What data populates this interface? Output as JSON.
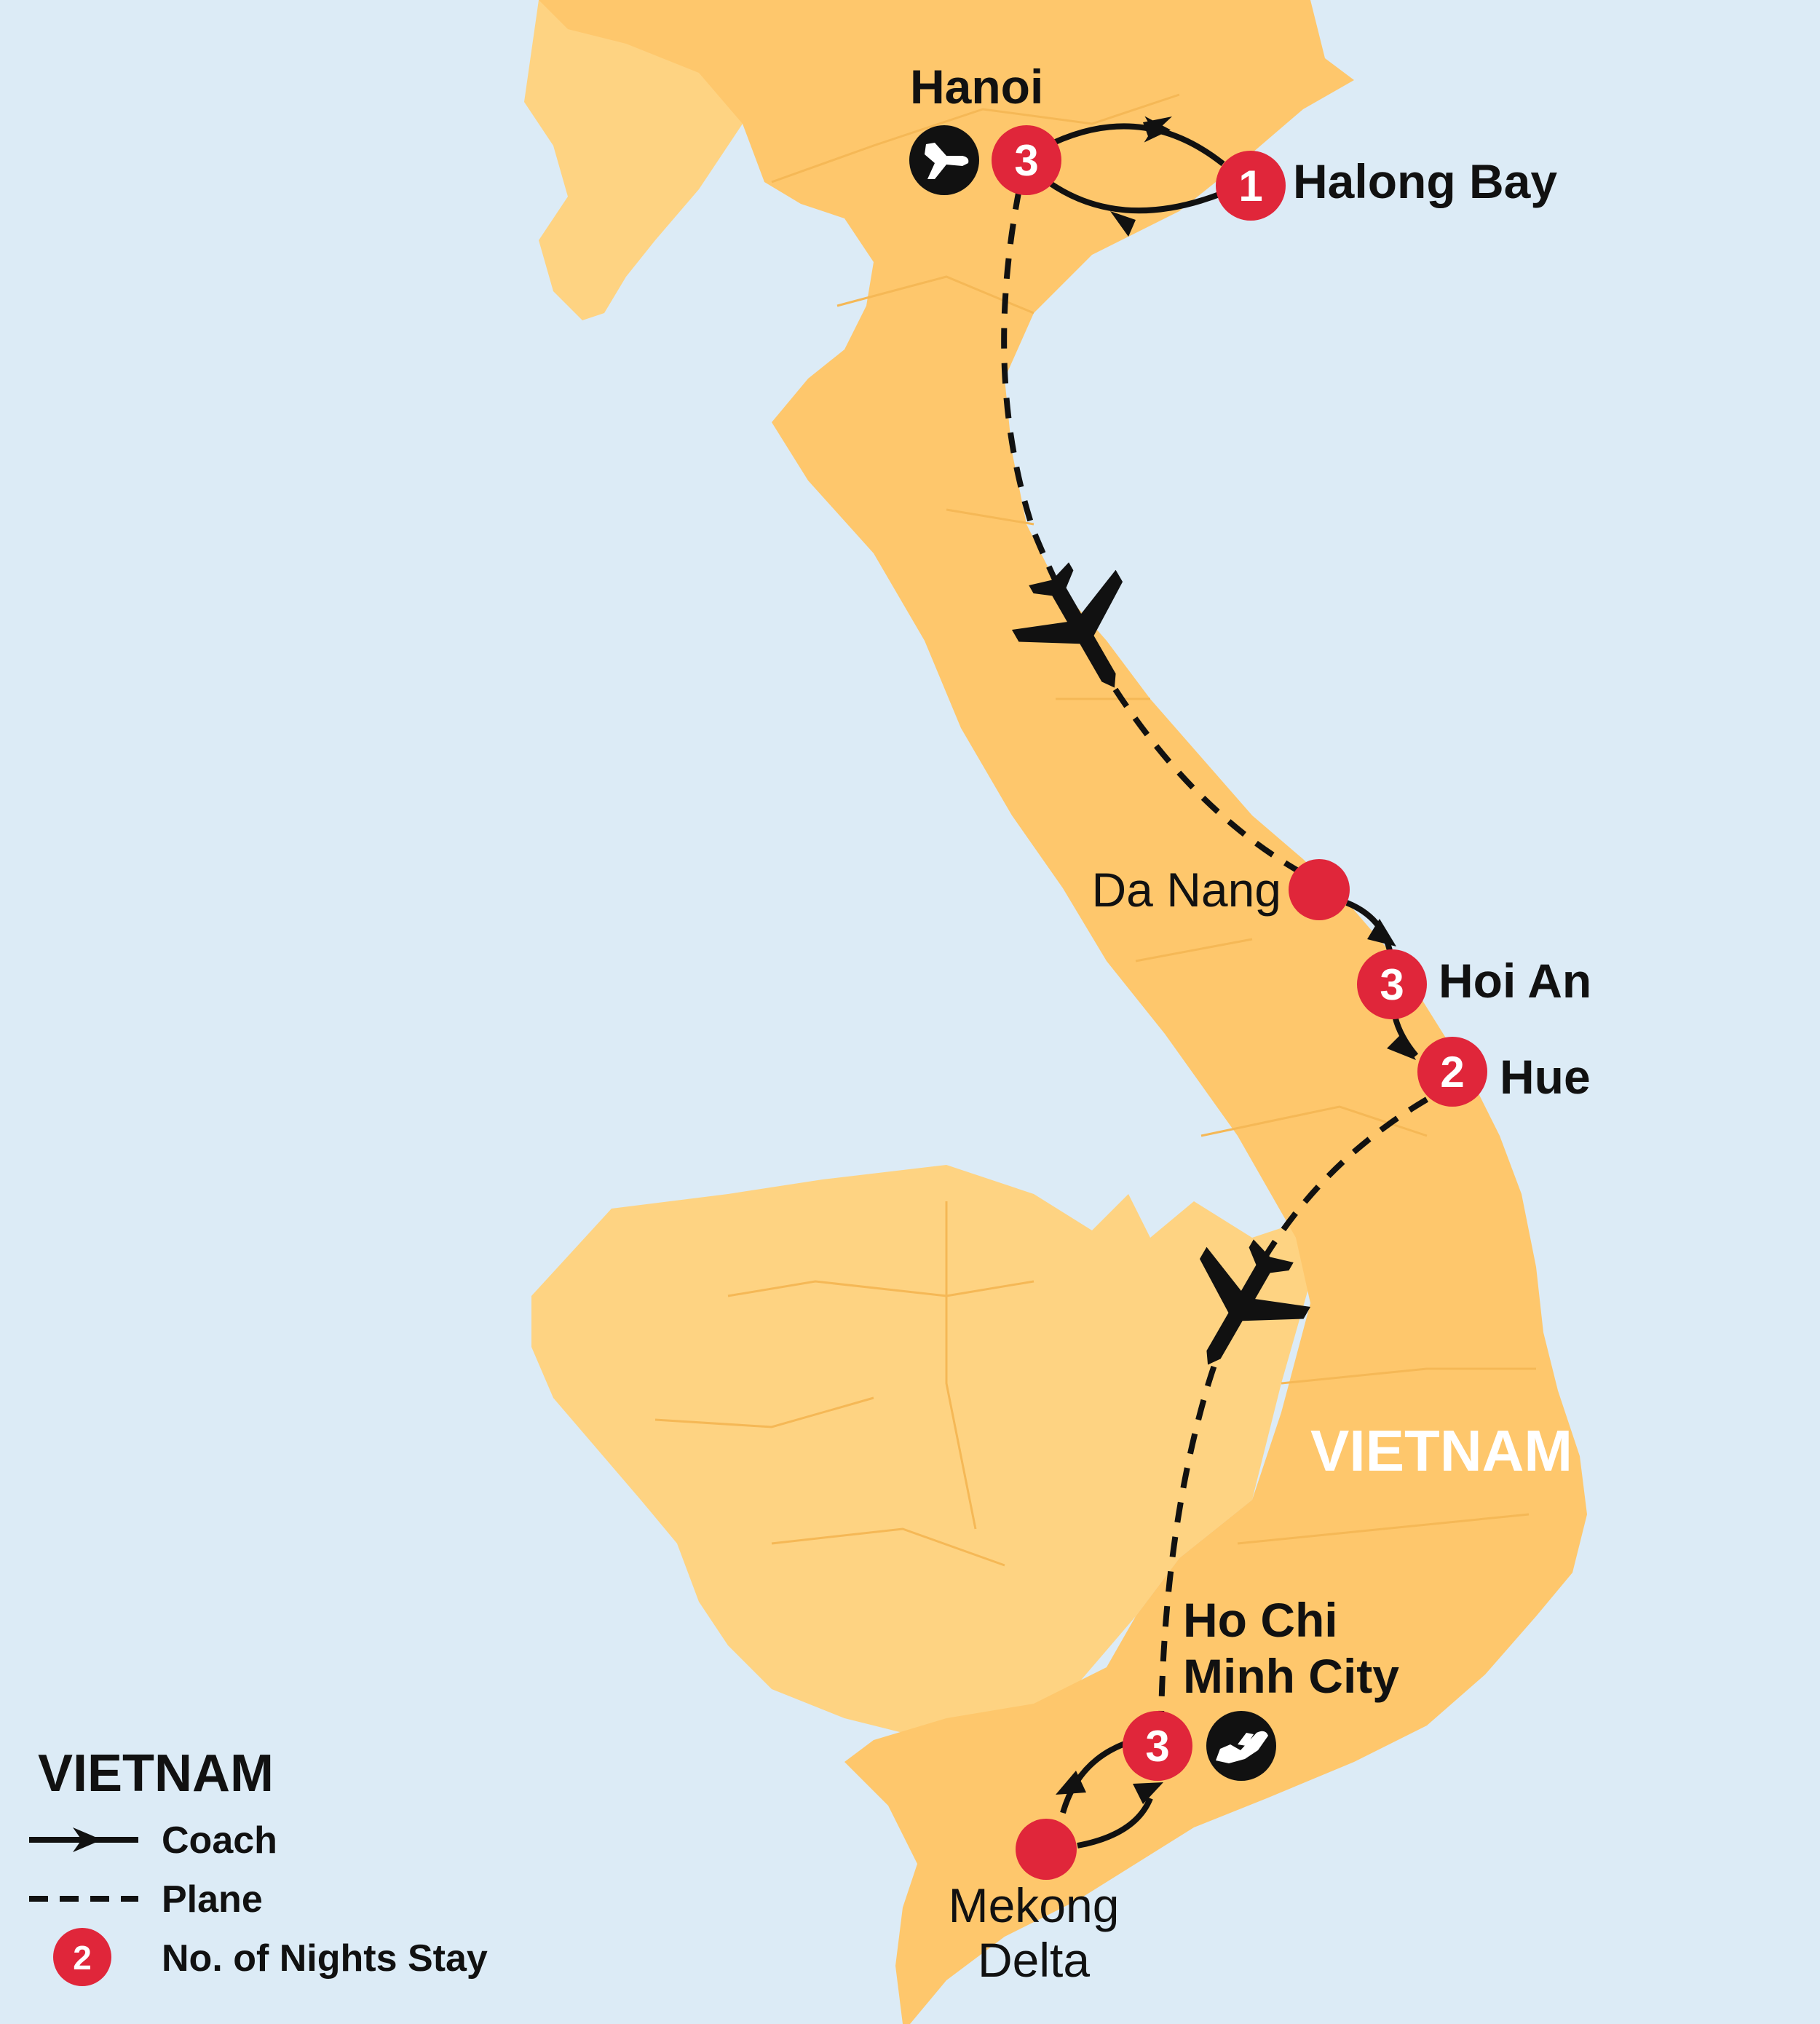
{
  "colors": {
    "sea": "#dcebf6",
    "land_vietnam": "#fec76c",
    "land_neighbors": "#fed382",
    "province_lines": "#f5b856",
    "stop_red": "#e0263a",
    "route": "#111111"
  },
  "country_label": "VIETNAM",
  "stops": [
    {
      "id": "hanoi",
      "name": "Hanoi",
      "nights": "3",
      "airport": true
    },
    {
      "id": "halong-bay",
      "name": "Halong Bay",
      "nights": "1"
    },
    {
      "id": "da-nang",
      "name": "Da Nang",
      "nights": ""
    },
    {
      "id": "hoi-an",
      "name": "Hoi An",
      "nights": "3"
    },
    {
      "id": "hue",
      "name": "Hue",
      "nights": "2"
    },
    {
      "id": "ho-chi-minh-city",
      "name_line1": "Ho Chi",
      "name_line2": "Minh City",
      "nights": "3",
      "airport": true
    },
    {
      "id": "mekong-delta",
      "name_line1": "Mekong",
      "name_line2": "Delta",
      "nights": ""
    }
  ],
  "routes": [
    {
      "from": "Hanoi",
      "to": "Halong Bay",
      "mode": "Coach"
    },
    {
      "from": "Halong Bay",
      "to": "Hanoi",
      "mode": "Coach"
    },
    {
      "from": "Hanoi",
      "to": "Da Nang",
      "mode": "Plane"
    },
    {
      "from": "Da Nang",
      "to": "Hoi An",
      "mode": "Coach"
    },
    {
      "from": "Hoi An",
      "to": "Hue",
      "mode": "Coach"
    },
    {
      "from": "Hue",
      "to": "Ho Chi Minh City",
      "mode": "Plane"
    },
    {
      "from": "Ho Chi Minh City",
      "to": "Mekong Delta",
      "mode": "Coach"
    },
    {
      "from": "Mekong Delta",
      "to": "Ho Chi Minh City",
      "mode": "Coach"
    }
  ],
  "icons": [
    "plane-icon",
    "airport-landing-icon",
    "airport-takeoff-icon"
  ],
  "legend": {
    "title": "VIETNAM",
    "coach": "Coach",
    "plane": "Plane",
    "nights_sample": "2",
    "nights": "No. of Nights Stay"
  }
}
